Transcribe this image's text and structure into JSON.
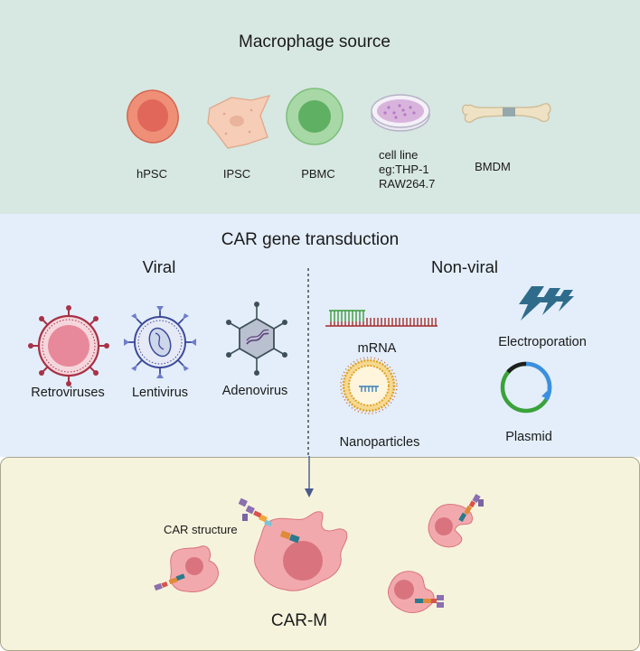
{
  "source": {
    "title": "Macrophage source",
    "items": [
      {
        "label": "hPSC",
        "icon": "hpsc-cell-icon"
      },
      {
        "label": "IPSC",
        "icon": "ipsc-cell-icon"
      },
      {
        "label": "PBMC",
        "icon": "pbmc-cell-icon"
      },
      {
        "label_lines": [
          "cell line",
          "eg:THP-1",
          "RAW264.7"
        ],
        "icon": "petri-dish-icon"
      },
      {
        "label": "BMDM",
        "icon": "bone-icon"
      }
    ]
  },
  "transduction": {
    "title": "CAR gene transduction",
    "viral": {
      "heading": "Viral",
      "items": [
        {
          "label": "Retroviruses",
          "icon": "retrovirus-icon"
        },
        {
          "label": "Lentivirus",
          "icon": "lentivirus-icon"
        },
        {
          "label": "Adenovirus",
          "icon": "adenovirus-icon"
        }
      ]
    },
    "nonviral": {
      "heading": "Non-viral",
      "items": [
        {
          "label": "mRNA",
          "icon": "mrna-icon"
        },
        {
          "label": "Electroporation",
          "icon": "electroporation-icon"
        },
        {
          "label": "Nanoparticles",
          "icon": "nanoparticle-icon"
        },
        {
          "label": "Plasmid",
          "icon": "plasmid-icon"
        }
      ]
    }
  },
  "carm": {
    "structure_label": "CAR structure",
    "result_label": "CAR-M"
  },
  "colors": {
    "source_bg": "#d7e7e2",
    "transduction_bg": "#e3eefa",
    "carm_bg": "#f6f3dc",
    "arrow": "#4a5a8c",
    "macrophage": "#f2a9ae",
    "nucleus": "#d9747e"
  }
}
